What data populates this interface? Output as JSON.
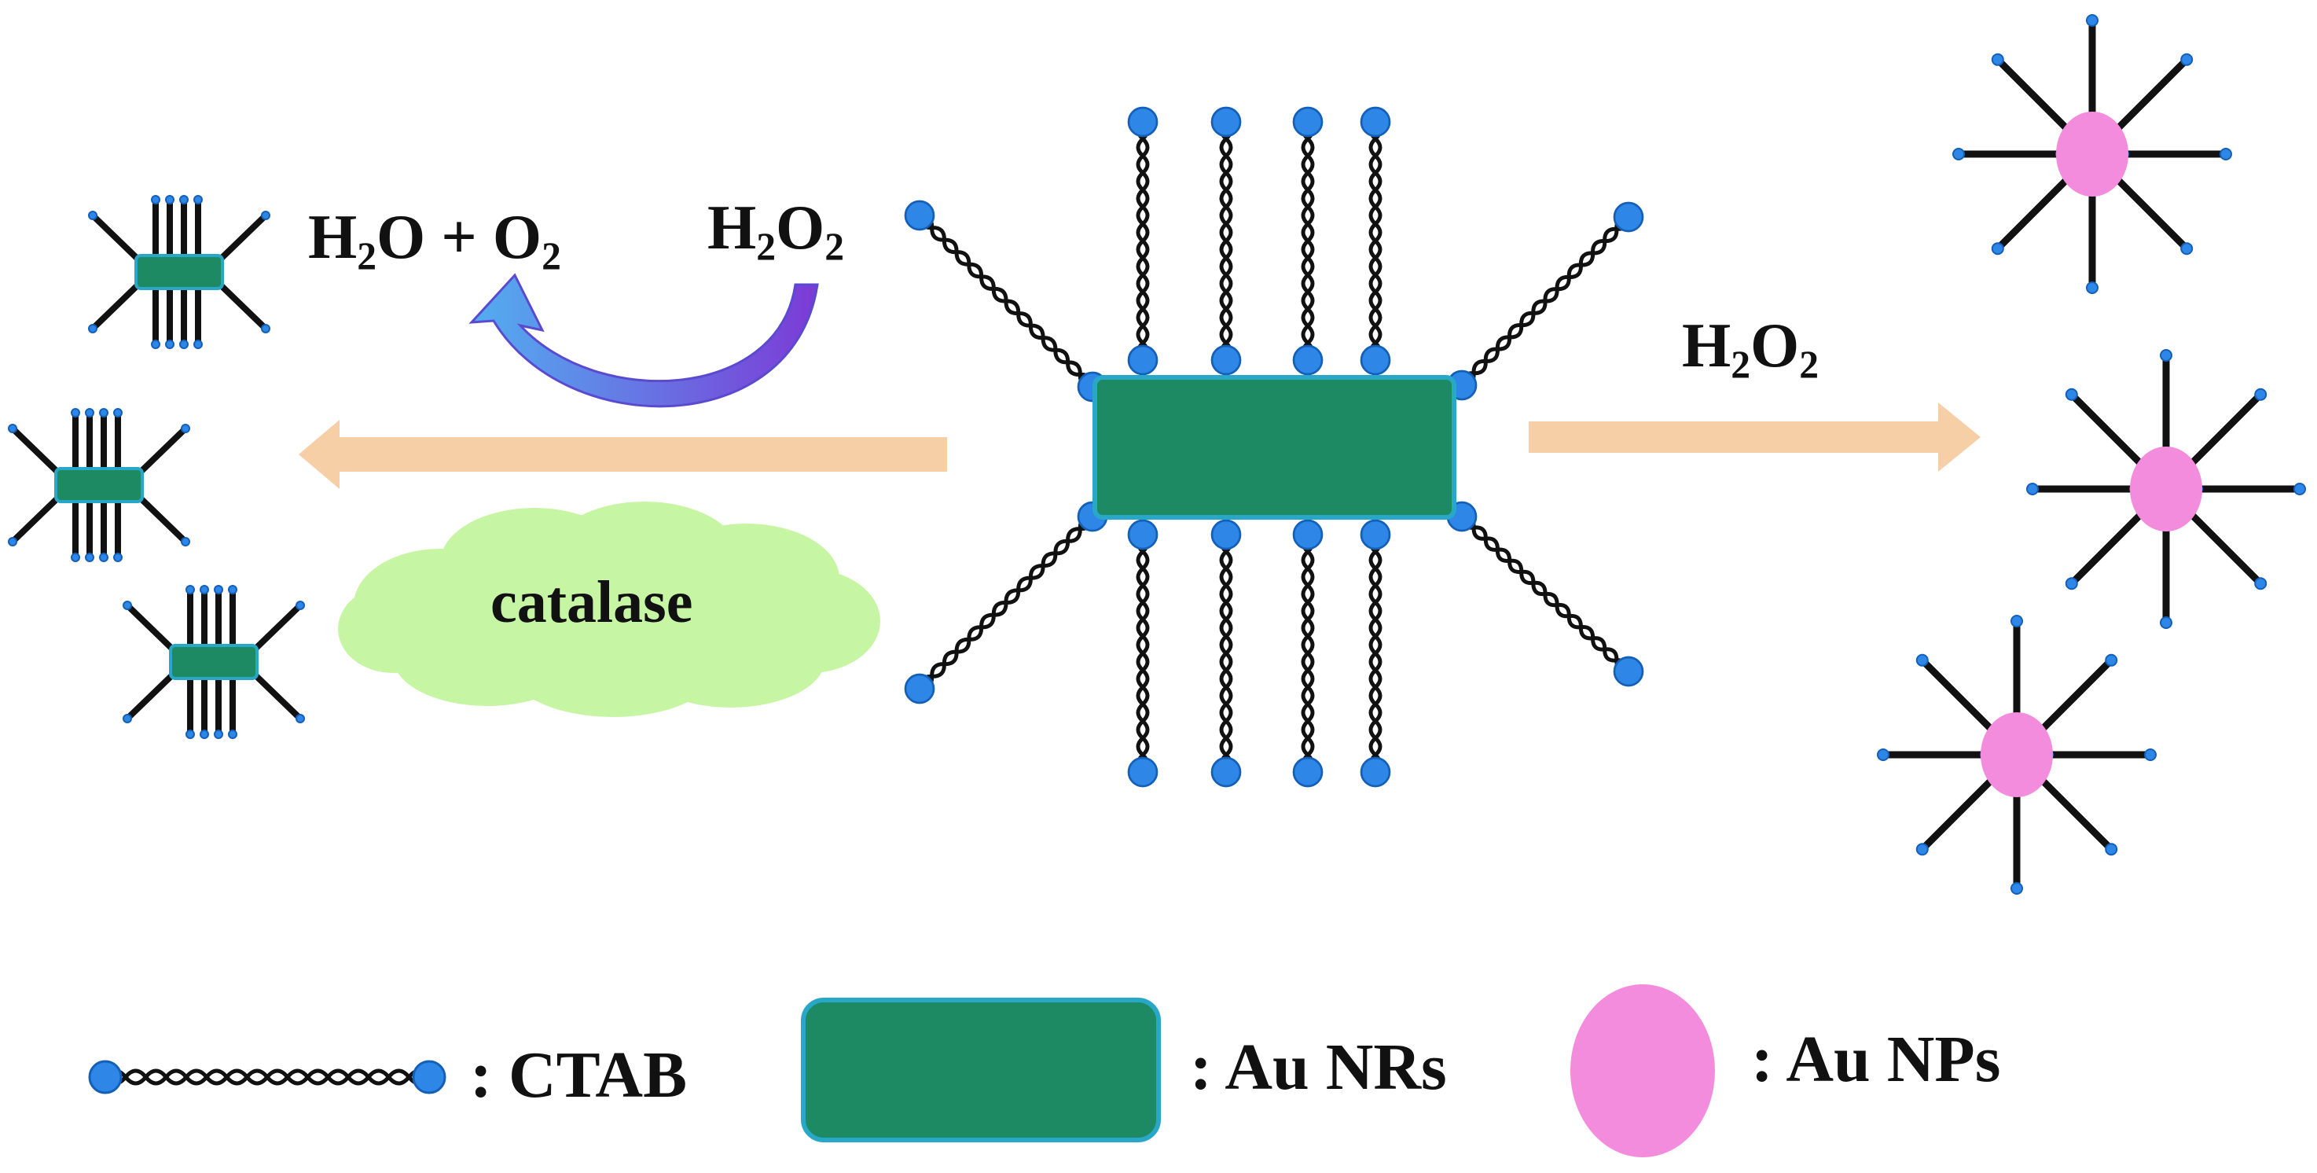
{
  "colors": {
    "rod_fill": "#1e8a63",
    "rod_stroke": "#29a7c8",
    "np_fill": "#f48cde",
    "head_fill": "#2e86e6",
    "head_stroke": "#1460b8",
    "chain": "#111111",
    "arrow": "#f7cfa7",
    "cloud": "#c6f5a3",
    "curved_arrow_start": "#7c3ad6",
    "curved_arrow_end": "#52aef0"
  },
  "labels": {
    "left_product": {
      "species": [
        {
          "base": "H",
          "sub": "2",
          "tail": "O"
        }
      ],
      "joiner": " + ",
      "second": {
        "base": "O",
        "sub": "2"
      }
    },
    "h2o2_left": {
      "base": "H",
      "sub1": "2",
      "mid": "O",
      "sub2": "2"
    },
    "h2o2_right": {
      "base": "H",
      "sub1": "2",
      "mid": "O",
      "sub2": "2"
    },
    "catalase": "catalase"
  },
  "legend": {
    "ctab": ": CTAB",
    "au_nrs": ": Au NRs",
    "au_nps": ": Au NPs"
  }
}
